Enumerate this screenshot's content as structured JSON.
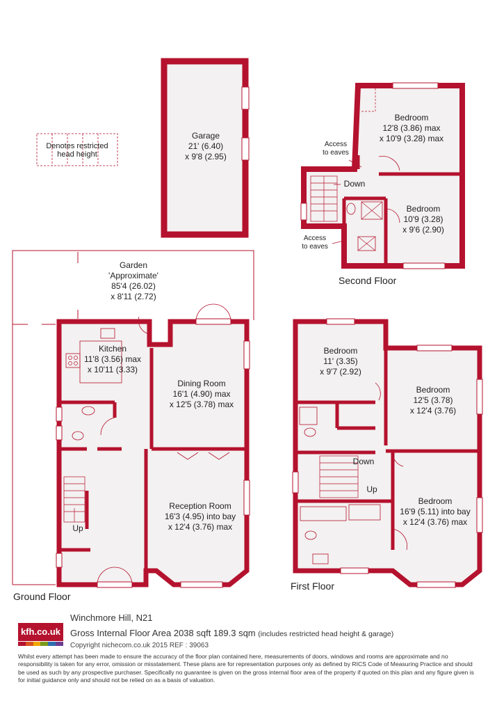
{
  "colors": {
    "wall": "#b4122e",
    "floor": "#f3f1f1",
    "logo_bars": [
      "#b4122e",
      "#d9531e",
      "#f0a500",
      "#7a9a1c",
      "#2f6fb1",
      "#6a3d92"
    ]
  },
  "key": {
    "restricted": "Denotes restricted head height"
  },
  "garage": {
    "name": "Garage",
    "dims": "21' (6.40)",
    "dims2": "x 9'8 (2.95)"
  },
  "garden": {
    "name": "Garden",
    "note": "'Approximate'",
    "dims": "85'4 (26.02)",
    "dims2": "x 8'11 (2.72)"
  },
  "ground_floor": {
    "title": "Ground Floor",
    "kitchen": {
      "name": "Kitchen",
      "dims": "11'8 (3.56) max",
      "dims2": "x 10'11 (3.33)"
    },
    "dining": {
      "name": "Dining Room",
      "dims": "16'1 (4.90) max",
      "dims2": "x 12'5 (3.78) max"
    },
    "reception": {
      "name": "Reception Room",
      "dims": "16'3 (4.95) into bay",
      "dims2": "x 12'4 (3.76) max"
    },
    "up": "Up"
  },
  "first_floor": {
    "title": "First Floor",
    "bedroom1": {
      "name": "Bedroom",
      "dims": "11' (3.35)",
      "dims2": "x 9'7 (2.92)"
    },
    "bedroom2": {
      "name": "Bedroom",
      "dims": "12'5 (3.78)",
      "dims2": "x 12'4 (3.76)"
    },
    "bedroom3": {
      "name": "Bedroom",
      "dims": "16'9 (5.11) into bay",
      "dims2": "x 12'4 (3.76) max"
    },
    "down": "Down",
    "up": "Up"
  },
  "second_floor": {
    "title": "Second Floor",
    "bedroom1": {
      "name": "Bedroom",
      "dims": "12'8 (3.86) max",
      "dims2": "x 10'9 (3.28) max"
    },
    "bedroom2": {
      "name": "Bedroom",
      "dims": "10'9 (3.28)",
      "dims2": "x 9'6 (2.90)"
    },
    "access1": "Access",
    "access1b": "to eaves",
    "access2": "Access",
    "access2b": "to eaves",
    "down": "Down"
  },
  "footer": {
    "logo": "kfh.co.uk",
    "address": "Winchmore Hill, N21",
    "area": "Gross Internal Floor Area 2038 sqft 189.3 sqm",
    "area_note": "(includes restricted head height & garage)",
    "copyright": "Copyright nichecom.co.uk 2015 REF : 39063",
    "disclaimer": "Whilst every attempt has been made to ensure the accuracy of the floor plan contained here, measurements of doors, windows and rooms are approximate and no responsibility is taken for any error, omission or misstatement. These plans are for representation purposes only as defined by RICS Code of Measuring Practice and should be used as such by any prospective purchaser. Specifically no guarantee is given on the gross internal floor area of the property if quoted on this plan and any figure given is for initial guidance only and should not be relied on as a basis of valuation."
  }
}
